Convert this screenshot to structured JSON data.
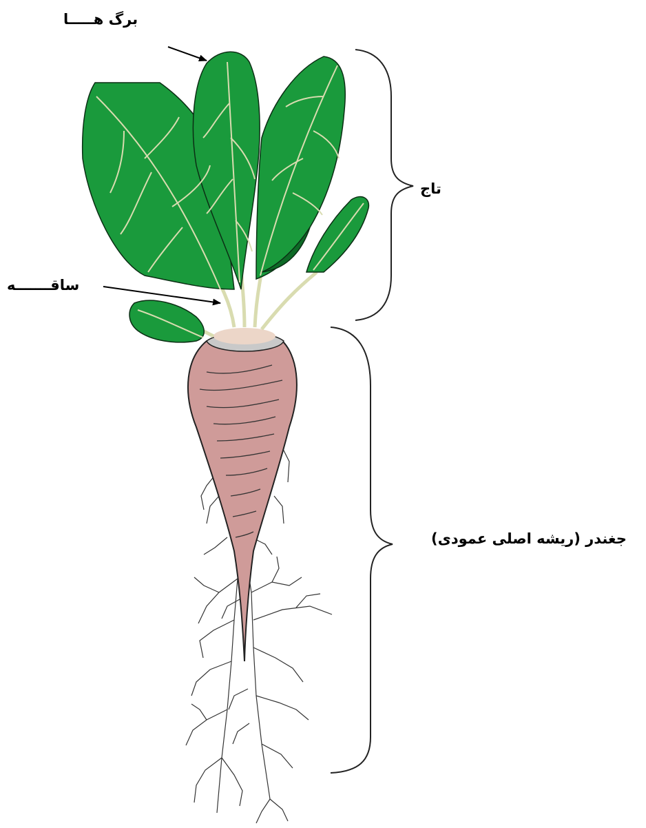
{
  "labels": {
    "leaves": "برگ هـــــا",
    "stem": "ساقـــــــه",
    "crown": "تاج",
    "taproot": "جغندر (ریشه اصلی عمودی)"
  },
  "colors": {
    "leaf": "#1a9a3c",
    "leaf_dark": "#0d6a26",
    "vein": "#d9dcb0",
    "root": "#cf9b99",
    "root_top": "#ecd6c8",
    "collar": "#c9c9c9",
    "line": "#222222"
  }
}
